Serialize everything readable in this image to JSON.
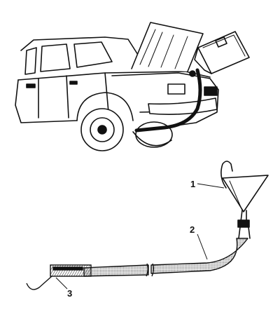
{
  "callouts": {
    "funnel": "1",
    "hose": "2",
    "hook": "3"
  },
  "colors": {
    "ink": "#111111",
    "paper": "#ffffff",
    "hatch": "#555555"
  }
}
